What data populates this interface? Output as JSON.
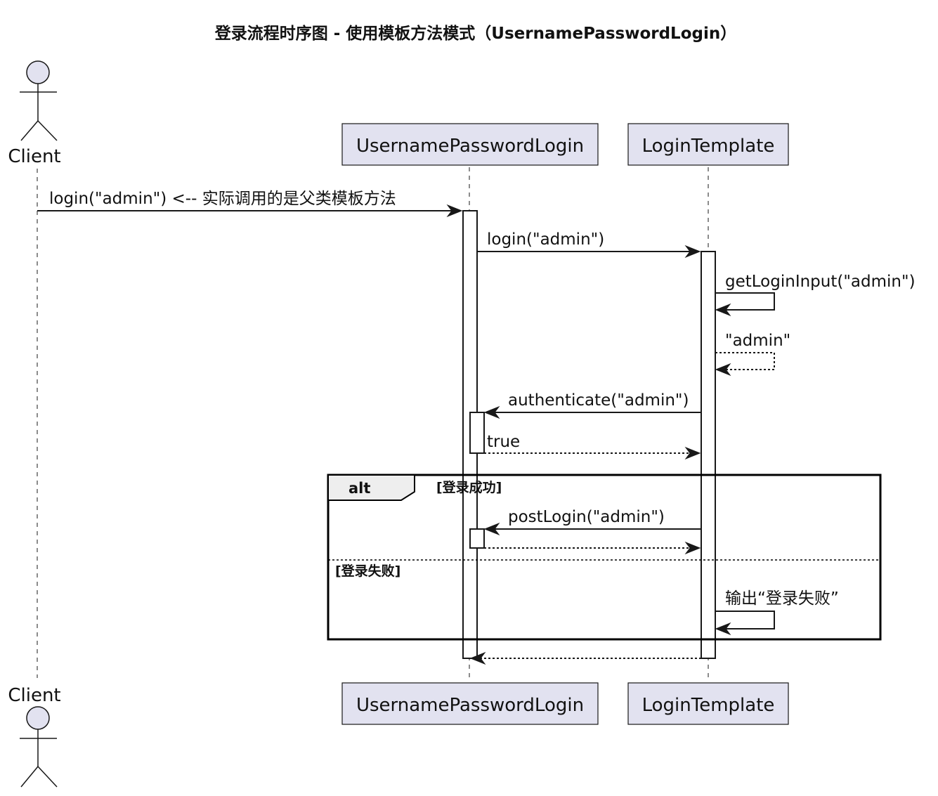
{
  "title": "登录流程时序图 - 使用模板方法模式（UsernamePasswordLogin）",
  "participants": {
    "client": "Client",
    "username_password_login": "UsernamePasswordLogin",
    "login_template": "LoginTemplate"
  },
  "messages": {
    "m1": "login(\"admin\")  <-- 实际调用的是父类模板方法",
    "m2": "login(\"admin\")",
    "m3": "getLoginInput(\"admin\")",
    "m4": "\"admin\"",
    "m5": "authenticate(\"admin\")",
    "m6": "true",
    "m7": "postLogin(\"admin\")",
    "m8": "输出“登录失败”"
  },
  "alt": {
    "label": "alt",
    "guard_success": "[登录成功]",
    "guard_failure": "[登录失败]"
  },
  "colors": {
    "participant_fill": "#e2e2f0",
    "line": "#181818",
    "background": "#ffffff"
  }
}
